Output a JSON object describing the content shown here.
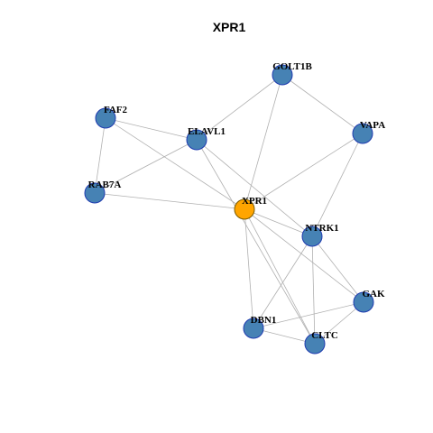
{
  "title": "XPR1",
  "colors": {
    "node": "#4682B4",
    "node_stroke": "#1f3bb0",
    "center": "#FFA500",
    "center_stroke": "#7a5a00",
    "edge": "#b0b0b0"
  },
  "center": "XPR1",
  "nodes": [
    "GOLT1B",
    "FAF2",
    "ELAVL1",
    "VAPA",
    "RAB7A",
    "XPR1",
    "NTRK1",
    "GAK",
    "DBN1",
    "CLTC"
  ],
  "edges": [
    [
      "GOLT1B",
      "ELAVL1"
    ],
    [
      "GOLT1B",
      "VAPA"
    ],
    [
      "GOLT1B",
      "XPR1"
    ],
    [
      "FAF2",
      "ELAVL1"
    ],
    [
      "FAF2",
      "RAB7A"
    ],
    [
      "FAF2",
      "XPR1"
    ],
    [
      "ELAVL1",
      "RAB7A"
    ],
    [
      "ELAVL1",
      "NTRK1"
    ],
    [
      "ELAVL1",
      "CLTC"
    ],
    [
      "RAB7A",
      "XPR1"
    ],
    [
      "VAPA",
      "XPR1"
    ],
    [
      "VAPA",
      "NTRK1"
    ],
    [
      "XPR1",
      "NTRK1"
    ],
    [
      "XPR1",
      "DBN1"
    ],
    [
      "XPR1",
      "CLTC"
    ],
    [
      "XPR1",
      "GAK"
    ],
    [
      "NTRK1",
      "DBN1"
    ],
    [
      "NTRK1",
      "CLTC"
    ],
    [
      "NTRK1",
      "GAK"
    ],
    [
      "GAK",
      "DBN1"
    ],
    [
      "GAK",
      "CLTC"
    ],
    [
      "DBN1",
      "CLTC"
    ]
  ]
}
